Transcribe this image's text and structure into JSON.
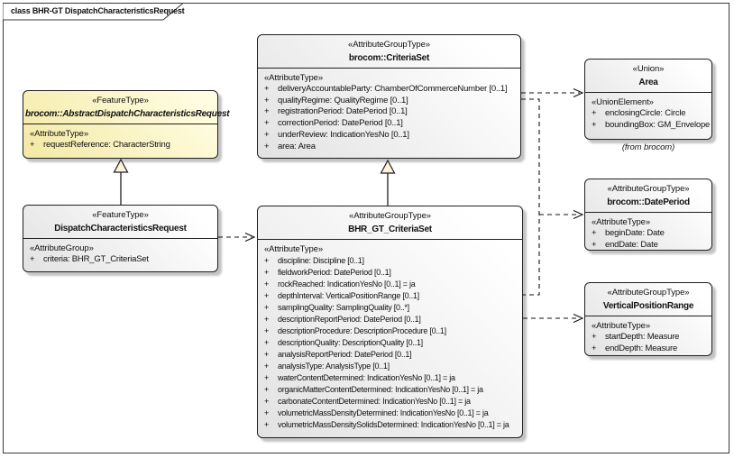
{
  "frame": {
    "title": "class BHR-GT DispatchCharacteristicsRequest"
  },
  "colors": {
    "box_fill_light": "#ffffff",
    "box_fill_dark": "#e2e2e2",
    "abstract_fill_light": "#fffde1",
    "abstract_fill_dark": "#f3e9a4",
    "border": "#1f1f1f",
    "generalization_triangle_fill": "#fdf3dd"
  },
  "boxes": {
    "abstract": {
      "stereotype": "«FeatureType»",
      "name": "brocom::AbstractDispatchCharacteristicsRequest",
      "body_stereotype": "«AttributeType»",
      "attrs": [
        {
          "vis": "+",
          "text": "requestReference: CharacterString"
        }
      ]
    },
    "dispatch": {
      "stereotype": "«FeatureType»",
      "name": "DispatchCharacteristicsRequest",
      "body_stereotype": "«AttributeGroup»",
      "attrs": [
        {
          "vis": "+",
          "text": "criteria: BHR_GT_CriteriaSet"
        }
      ]
    },
    "criteriaset": {
      "stereotype": "«AttributeGroupType»",
      "name": "brocom::CriteriaSet",
      "body_stereotype": "«AttributeType»",
      "attrs": [
        {
          "vis": "+",
          "text": "deliveryAccountableParty: ChamberOfCommerceNumber [0..1]"
        },
        {
          "vis": "+",
          "text": "qualityRegime: QualityRegime [0..1]"
        },
        {
          "vis": "+",
          "text": "registrationPeriod: DatePeriod [0..1]"
        },
        {
          "vis": "+",
          "text": "correctionPeriod: DatePeriod [0..1]"
        },
        {
          "vis": "+",
          "text": "underReview: IndicationYesNo [0..1]"
        },
        {
          "vis": "+",
          "text": "area: Area"
        }
      ]
    },
    "bhrgt": {
      "stereotype": "«AttributeGroupType»",
      "name": "BHR_GT_CriteriaSet",
      "body_stereotype": "«AttributeType»",
      "attrs": [
        {
          "vis": "+",
          "text": "discipline: Discipline [0..1]"
        },
        {
          "vis": "+",
          "text": "fieldworkPeriod: DatePeriod [0..1]"
        },
        {
          "vis": "+",
          "text": "rockReached: IndicationYesNo [0..1] = ja"
        },
        {
          "vis": "+",
          "text": "depthInterval: VerticalPositionRange [0..1]"
        },
        {
          "vis": "+",
          "text": "samplingQuality: SamplingQuality [0..*]"
        },
        {
          "vis": "+",
          "text": "descriptionReportPeriod: DatePeriod [0..1]"
        },
        {
          "vis": "+",
          "text": "descriptionProcedure: DescriptionProcedure [0..1]"
        },
        {
          "vis": "+",
          "text": "descriptionQuality: DescriptionQuality [0..1]"
        },
        {
          "vis": "+",
          "text": "analysisReportPeriod: DatePeriod [0..1]"
        },
        {
          "vis": "+",
          "text": "analysisType: AnalysisType [0..1]"
        },
        {
          "vis": "+",
          "text": "waterContentDetermined: IndicationYesNo [0..1] = ja"
        },
        {
          "vis": "+",
          "text": "organicMatterContentDetermined: IndicationYesNo [0..1] = ja"
        },
        {
          "vis": "+",
          "text": "carbonateContentDetermined: IndicationYesNo [0..1] = ja"
        },
        {
          "vis": "+",
          "text": "volumetricMassDensityDetermined: IndicationYesNo [0..1] = ja"
        },
        {
          "vis": "+",
          "text": "volumetricMassDensitySolidsDetermined: IndicationYesNo [0..1] = ja"
        }
      ]
    },
    "area": {
      "stereotype": "«Union»",
      "name": "Area",
      "body_stereotype": "«UnionElement»",
      "attrs": [
        {
          "vis": "+",
          "text": "enclosingCircle: Circle"
        },
        {
          "vis": "+",
          "text": "boundingBox: GM_Envelope"
        }
      ],
      "caption": "(from brocom)"
    },
    "dateperiod": {
      "stereotype": "«AttributeGroupType»",
      "name": "brocom::DatePeriod",
      "body_stereotype": "«AttributeType»",
      "attrs": [
        {
          "vis": "+",
          "text": "beginDate: Date"
        },
        {
          "vis": "+",
          "text": "endDate: Date"
        }
      ]
    },
    "vrange": {
      "stereotype": "«AttributeGroupType»",
      "name": "VerticalPositionRange",
      "body_stereotype": "«AttributeType»",
      "attrs": [
        {
          "vis": "+",
          "text": "startDepth: Measure"
        },
        {
          "vis": "+",
          "text": "endDepth: Measure"
        }
      ]
    }
  }
}
